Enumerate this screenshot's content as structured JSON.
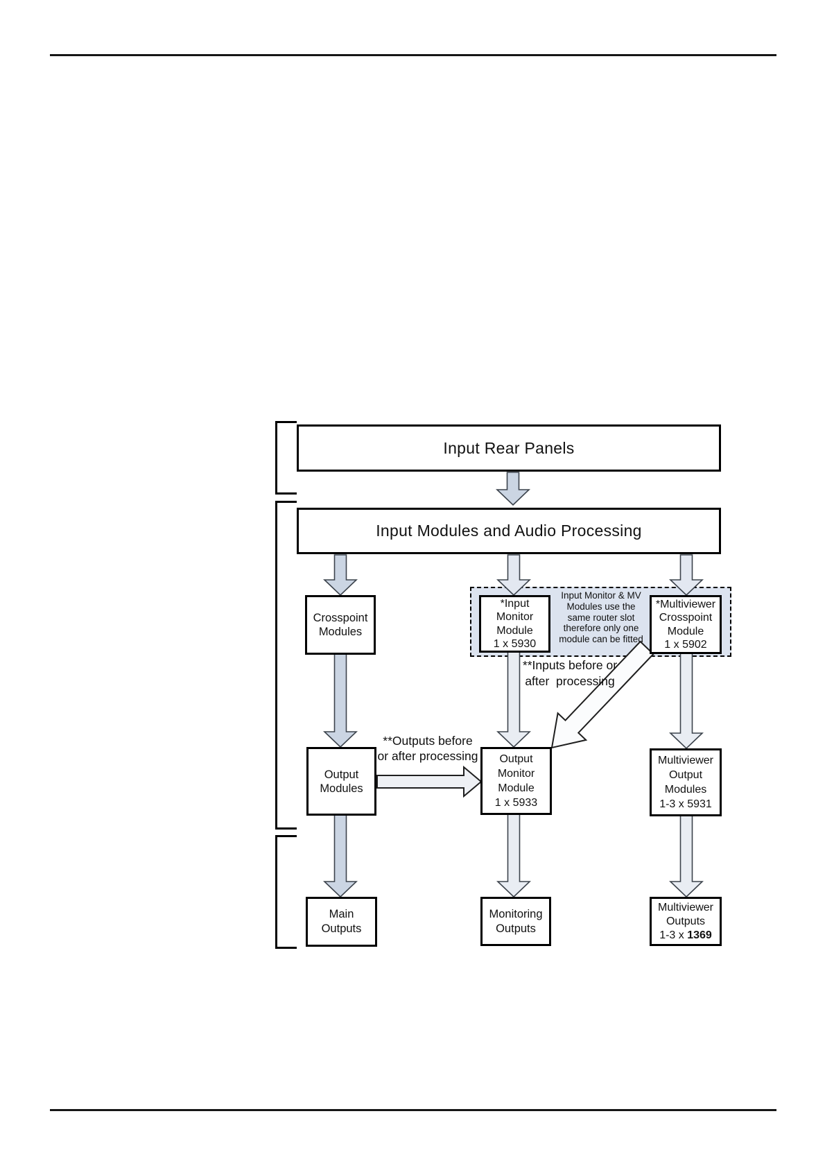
{
  "colors": {
    "arrow_primary": "#cbd5e3",
    "arrow_secondary": "#e3e8f1",
    "arrow_tertiary": "#e9edf3",
    "arrow_pale": "#eef0f4",
    "arrow_outline": "#fbfcfd",
    "note_panel_bg": "#dce3ef",
    "line": "#000000"
  },
  "stage_boxes": {
    "input_rear_panels": "Input Rear Panels",
    "input_modules_processing": "Input Modules and Audio Processing"
  },
  "module_boxes": {
    "crosspoint_modules": [
      "Crosspoint",
      "Modules"
    ],
    "input_monitor_module": [
      "*Input",
      "Monitor",
      "Module",
      "1 x 5930"
    ],
    "multiviewer_crosspoint_module": [
      "*Multiviewer",
      "Crosspoint",
      "Module",
      "1 x 5902"
    ],
    "output_modules": [
      "Output",
      "Modules"
    ],
    "output_monitor_module": [
      "Output",
      "Monitor",
      "Module",
      "1 x 5933"
    ],
    "multiviewer_output_modules": [
      "Multiviewer",
      "Output",
      "Modules",
      "1-3 x 5931"
    ],
    "main_outputs": [
      "Main",
      "Outputs"
    ],
    "monitoring_outputs": [
      "Monitoring",
      "Outputs"
    ],
    "multiviewer_outputs": {
      "lines": [
        "Multiviewer",
        "Outputs"
      ],
      "qty_prefix": "1-3 x ",
      "qty_bold": "1369"
    }
  },
  "shared_slot_note": [
    "Input Monitor & MV",
    "Modules use the",
    "same router slot",
    "therefore only one",
    "module can be fitted"
  ],
  "flow_labels": {
    "inputs_before_after": [
      "**Inputs before or",
      "after  processing"
    ],
    "outputs_before_after": [
      "**Outputs before",
      "or after processing"
    ]
  }
}
